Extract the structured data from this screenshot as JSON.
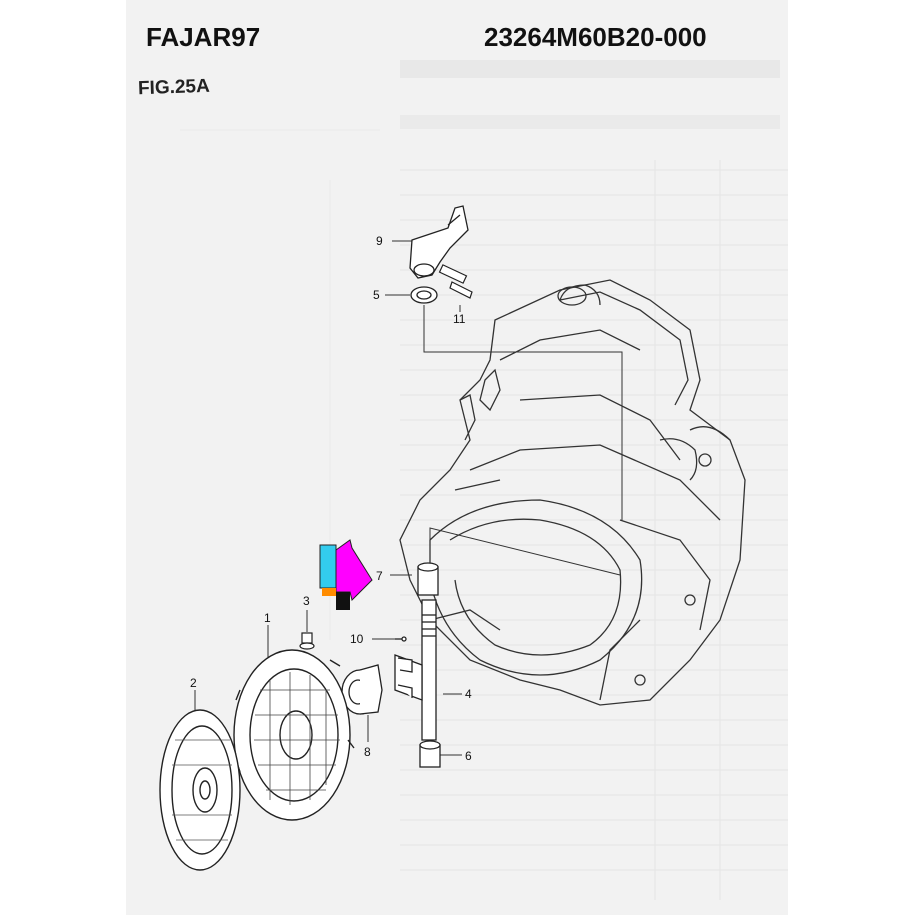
{
  "header": {
    "brand": "FAJAR97",
    "part_number": "23264M60B20-000",
    "figure": "FIG.25A"
  },
  "callouts": [
    {
      "id": "9",
      "label": "9"
    },
    {
      "id": "5",
      "label": "5"
    },
    {
      "id": "11",
      "label": "11"
    },
    {
      "id": "7",
      "label": "7"
    },
    {
      "id": "3",
      "label": "3"
    },
    {
      "id": "10",
      "label": "10"
    },
    {
      "id": "1",
      "label": "1"
    },
    {
      "id": "2",
      "label": "2"
    },
    {
      "id": "4",
      "label": "4"
    },
    {
      "id": "8",
      "label": "8"
    },
    {
      "id": "6",
      "label": "6"
    }
  ],
  "colors": {
    "paper": "#f2f2f2",
    "ink": "#222222",
    "marker_magenta": "#ff00ff",
    "marker_cyan": "#33ccee",
    "marker_orange": "#ff8c00"
  }
}
